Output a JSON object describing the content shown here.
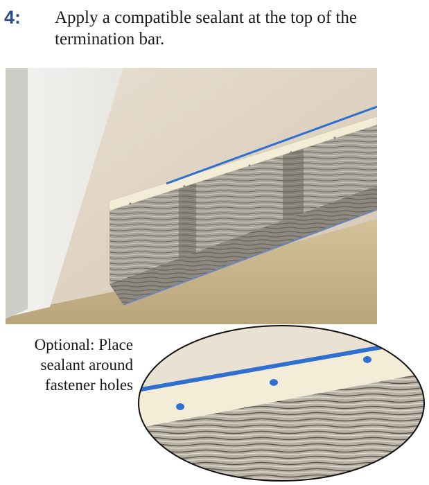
{
  "step": {
    "number": "4:",
    "instruction": "Apply a compatible sealant at the top of the termination bar."
  },
  "callout": {
    "text": "Optional: Place sealant around fastener holes"
  },
  "colors": {
    "step_number": "#2a4a8c",
    "wall": "#d9cdbd",
    "termination_bar": "#f3ecd6",
    "sealant": "#2f6fd0",
    "fastener_dot": "#2f6fd0",
    "membrane": "#9a958c",
    "concrete": "#c9b78e"
  }
}
